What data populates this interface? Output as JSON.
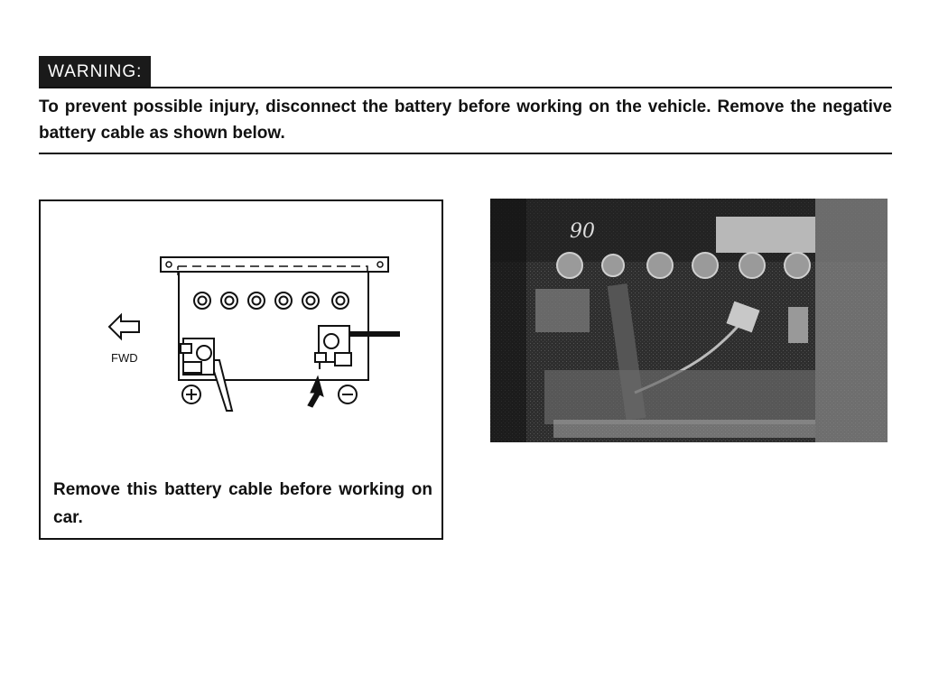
{
  "warning": {
    "label": "WARNING:",
    "text": "To prevent possible injury, disconnect the battery before working on the vehicle. Remove the negative battery cable as shown below."
  },
  "figure": {
    "direction_label": "FWD",
    "caption": "Remove this battery cable before working on car.",
    "icons": [
      "arrow-left-outline-icon",
      "plus-circle-icon",
      "minus-circle-icon",
      "arrow-up-solid-icon"
    ]
  },
  "photo": {
    "label": "90"
  }
}
